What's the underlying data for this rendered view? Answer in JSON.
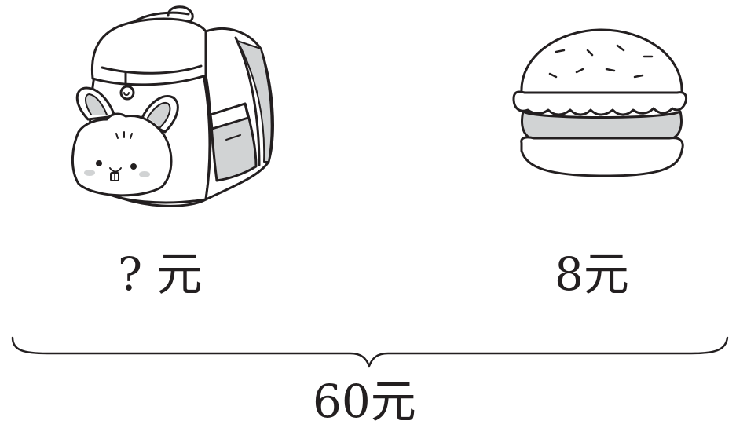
{
  "items": [
    {
      "name": "backpack",
      "price_label": "? 元"
    },
    {
      "name": "hamburger",
      "price_label": "8元"
    }
  ],
  "total": {
    "label": "60元"
  },
  "colors": {
    "stroke": "#231f20",
    "shade": "#d1d3d4",
    "background": "#ffffff"
  },
  "icons": [
    "backpack-icon",
    "rabbit-icon",
    "hamburger-icon",
    "brace-icon"
  ]
}
